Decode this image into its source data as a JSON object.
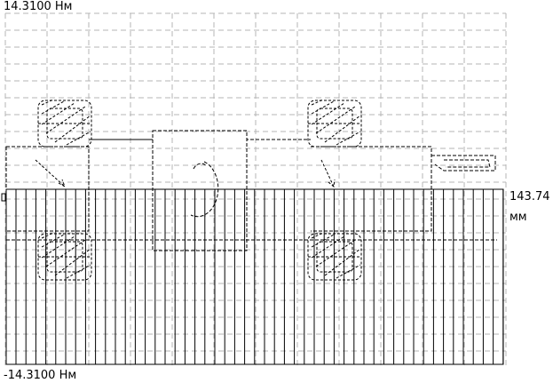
{
  "labels": {
    "top_value": "14.3100  Нм",
    "bottom_value": "-14.3100  Нм",
    "right_value": "143.74",
    "right_unit": "мм"
  },
  "colors": {
    "background": "#ffffff",
    "grid": "#b4b4b4",
    "drawing": "#000000"
  },
  "icons": [
    "bearing-housing-icon",
    "shaft-section-icon"
  ]
}
